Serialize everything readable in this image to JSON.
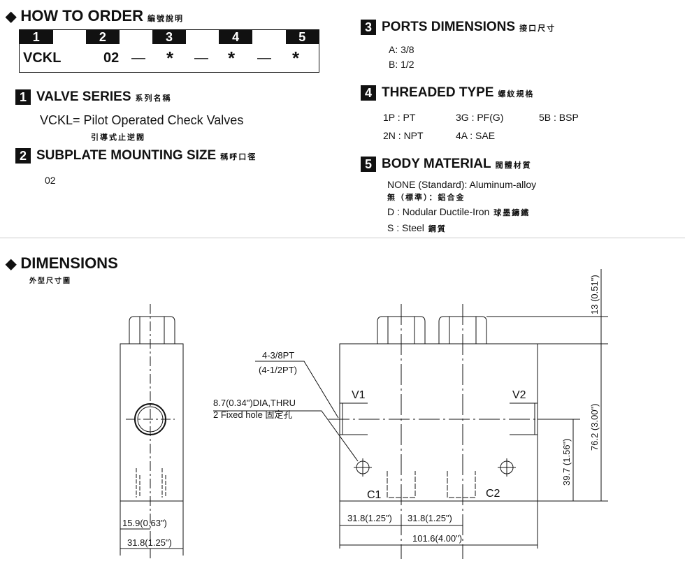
{
  "order": {
    "title": "HOW TO  ORDER",
    "title_cjk": "編號說明",
    "cols": [
      "1",
      "2",
      "3",
      "4",
      "5"
    ],
    "code": [
      "VCKL",
      "02",
      "—",
      "*",
      "—",
      "*",
      "—",
      "*"
    ]
  },
  "s1": {
    "num": "1",
    "title": "VALVE SERIES",
    "cjk": "系列名稱",
    "line": "VCKL=  Pilot Operated Check Valves",
    "line_cjk": "引導式止逆閥"
  },
  "s2": {
    "num": "2",
    "title": "SUBPLATE MOUNTING SIZE",
    "cjk": "稱呼口徑",
    "value": "02"
  },
  "s3": {
    "num": "3",
    "title": "PORTS DIMENSIONS",
    "cjk": "接口尺寸",
    "items": [
      "A: 3/8",
      "B: 1/2"
    ]
  },
  "s4": {
    "num": "4",
    "title": "THREADED TYPE",
    "cjk": "螺紋規格",
    "items": [
      "1P : PT",
      "3G : PF(G)",
      "5B : BSP",
      "2N : NPT",
      "4A : SAE"
    ]
  },
  "s5": {
    "num": "5",
    "title": "BODY MATERIAL",
    "cjk": "閥體材質",
    "items": [
      "NONE (Standard): Aluminum-alloy",
      "無（標準）：鋁合金",
      "D : Nodular Ductile-Iron",
      "球墨鑄鐵",
      "S : Steel",
      "鋼質"
    ]
  },
  "dims": {
    "title": "DIMENSIONS",
    "cjk": "外型尺寸圖",
    "labels": {
      "port": "4-3/8PT",
      "port_alt": "(4-1/2PT)",
      "hole": "8.7(0.34\")DIA,THRU",
      "hole2": "2 Fixed hole 固定孔",
      "v1": "V1",
      "v2": "V2",
      "c1": "C1",
      "c2": "C2",
      "d1": "31.8(1.25\")",
      "d2": "31.8(1.25\")",
      "d3": "101.6(4.00\")",
      "d4": "15.9(0.63\")",
      "d5": "31.8(1.25\")",
      "d6": "13 (0.51\")",
      "d7": "76.2 (3.00\")",
      "d8": "39.7 (1.56\")"
    }
  }
}
